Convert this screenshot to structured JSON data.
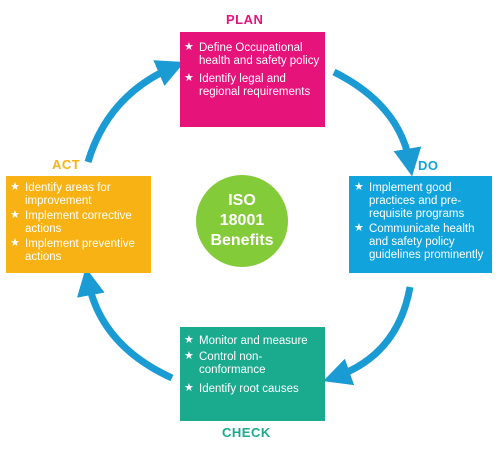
{
  "colors": {
    "plan": "#e5137a",
    "act": "#f9b214",
    "do": "#11a3dc",
    "check": "#1aaa8e",
    "center": "#84cb3a",
    "arrow": "#1a9bd3"
  },
  "center": {
    "line1": "ISO",
    "line2": "18001",
    "line3": "Benefits"
  },
  "plan": {
    "title": "PLAN",
    "items": [
      "Define Occupational health and safety policy",
      "Identify legal and regional requirements"
    ]
  },
  "do": {
    "title": "DO",
    "items": [
      "Implement good practices and pre-requisite programs",
      "Communicate health and safety policy guidelines prominently"
    ]
  },
  "check": {
    "title": "CHECK",
    "items": [
      "Monitor and measure",
      "Control non-conformance",
      "Identify root causes"
    ]
  },
  "act": {
    "title": "ACT",
    "items": [
      "Identify areas for improvement",
      "Implement corrective actions",
      "Implement preventive actions"
    ]
  },
  "bullet_icon": "star-icon"
}
